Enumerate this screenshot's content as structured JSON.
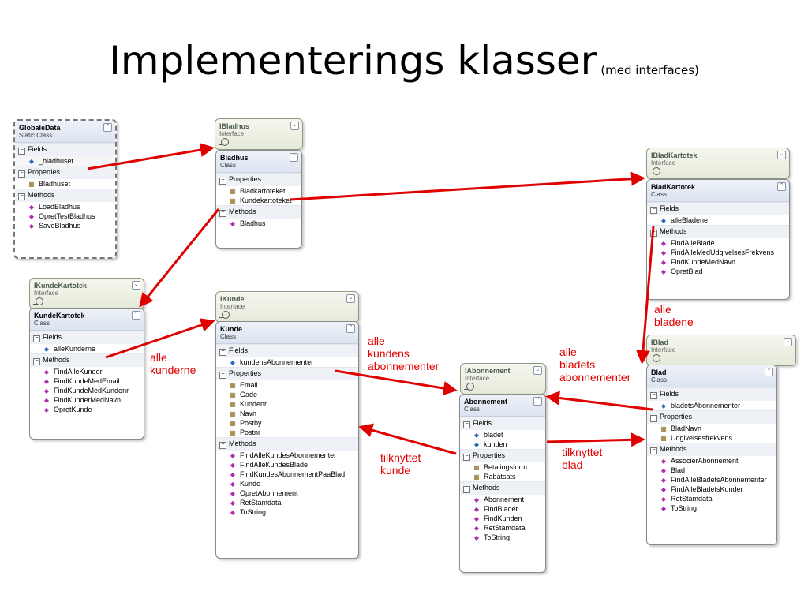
{
  "title": {
    "main": "Implementerings klasser",
    "sub": "(med interfaces)"
  },
  "sections": {
    "fields": "Fields",
    "properties": "Properties",
    "methods": "Methods"
  },
  "interfaces": {
    "ibladhus": {
      "name": "IBladhus",
      "stereo": "Interface"
    },
    "ibladkartotek": {
      "name": "IBladKartotek",
      "stereo": "Interface"
    },
    "ikundekartotek": {
      "name": "IKundeKartotek",
      "stereo": "Interface"
    },
    "ikunde": {
      "name": "IKunde",
      "stereo": "Interface"
    },
    "iabonnement": {
      "name": "IAbonnement",
      "stereo": "Interface"
    },
    "iblad": {
      "name": "IBlad",
      "stereo": "Interface"
    }
  },
  "globaldata": {
    "name": "GlobaleData",
    "stereo": "Static Class",
    "fields": [
      "_bladhuset"
    ],
    "properties": [
      "Bladhuset"
    ],
    "methods": [
      "LoadBladhus",
      "OpretTestBladhus",
      "SaveBladhus"
    ]
  },
  "bladhus": {
    "name": "Bladhus",
    "stereo": "Class",
    "properties": [
      "Bladkartoteket",
      "Kundekartoteket"
    ],
    "methods": [
      "Bladhus"
    ]
  },
  "bladkartotek": {
    "name": "BladKartotek",
    "stereo": "Class",
    "fields": [
      "alleBladene"
    ],
    "methods": [
      "FindAlleBlade",
      "FindAlleMedUdgivelsesFrekvens",
      "FindKundeMedNavn",
      "OpretBlad"
    ]
  },
  "kundekartotek": {
    "name": "KundeKartotek",
    "stereo": "Class",
    "fields": [
      "alleKunderne"
    ],
    "methods": [
      "FindAlleKunder",
      "FindKundeMedEmail",
      "FindKundeMedKundenr",
      "FindKunderMedNavn",
      "OpretKunde"
    ]
  },
  "kunde": {
    "name": "Kunde",
    "stereo": "Class",
    "fields": [
      "kundensAbonnementer"
    ],
    "properties": [
      "Email",
      "Gade",
      "Kundenr",
      "Navn",
      "Postby",
      "Postnr"
    ],
    "methods": [
      "FindAlleKundesAbonnementer",
      "FindAlleKundesBlade",
      "FindKundesAbonnementPaaBlad",
      "Kunde",
      "OpretAbonnement",
      "RetStamdata",
      "ToString"
    ]
  },
  "abonnement": {
    "name": "Abonnement",
    "stereo": "Class",
    "fields": [
      "bladet",
      "kunden"
    ],
    "properties": [
      "Betalingsform",
      "Rabatsats"
    ],
    "methods": [
      "Abonnement",
      "FindBladet",
      "FindKunden",
      "RetStamdata",
      "ToString"
    ]
  },
  "blad": {
    "name": "Blad",
    "stereo": "Class",
    "fields": [
      "bladetsAbonnementer"
    ],
    "properties": [
      "BladNavn",
      "Udgivelsesfrekvens"
    ],
    "methods": [
      "AssocierAbonnement",
      "Blad",
      "FindAlleBladetsAbonnementer",
      "FindAlleBladetsKunder",
      "RetStamdata",
      "ToString"
    ]
  },
  "labels": {
    "alle_bladene": [
      "alle",
      "bladene"
    ],
    "alle_kunderne": [
      "alle",
      "kunderne"
    ],
    "alle_kundens_abonnementer": [
      "alle",
      "kundens",
      "abonnementer"
    ],
    "alle_bladets_abonnementer": [
      "alle",
      "bladets",
      "abonnementer"
    ],
    "tilknyttet_kunde": [
      "tilknyttet",
      "kunde"
    ],
    "tilknyttet_blad": [
      "tilknyttet",
      "blad"
    ]
  },
  "colors": {
    "arrow": "#e00000"
  }
}
